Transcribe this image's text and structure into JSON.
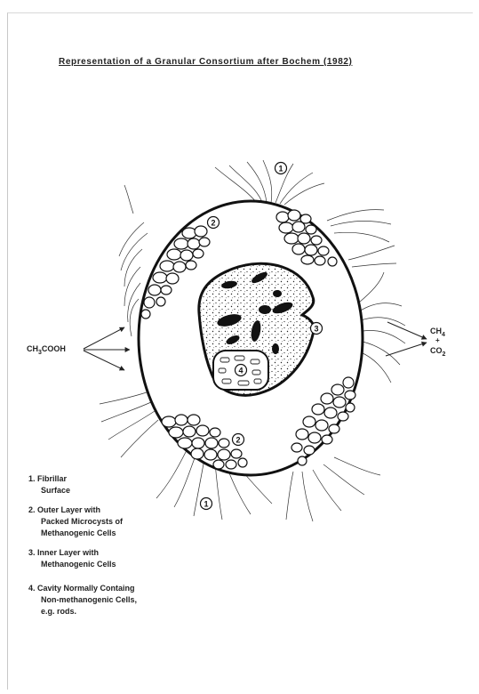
{
  "title": "Representation of a Granular Consortium after Bochem (1982)",
  "input_label": "CH3COOH",
  "output_ch4": "CH4",
  "output_plus": "+",
  "output_co2": "CO2",
  "markers": [
    "1",
    "2",
    "3",
    "4"
  ],
  "legend": [
    {
      "line1": "1. Fibrillar",
      "line2": "Surface",
      "line3": ""
    },
    {
      "line1": "2. Outer Layer with",
      "line2": "Packed Microcysts of",
      "line3": "Methanogenic Cells"
    },
    {
      "line1": "3. Inner Layer with",
      "line2": "Methanogenic Cells",
      "line3": ""
    },
    {
      "line1": "4. Cavity Normally Containg",
      "line2": "Non-methanogenic Cells,",
      "line3": "e.g. rods."
    }
  ]
}
